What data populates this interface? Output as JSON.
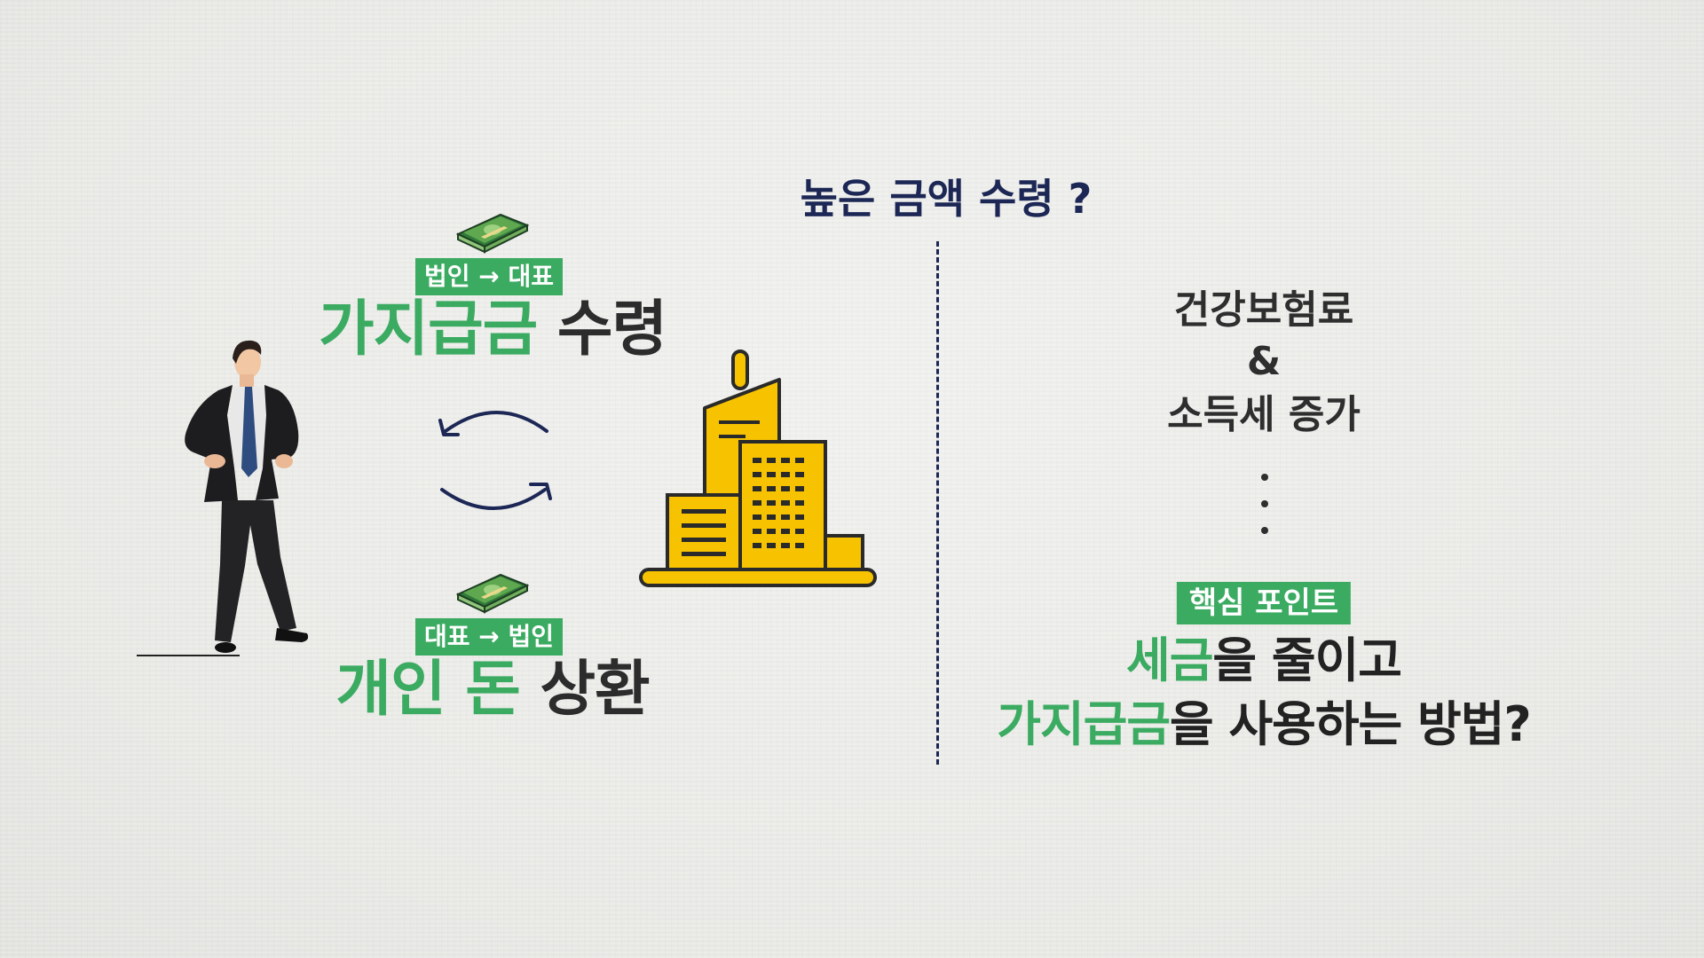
{
  "left": {
    "top_tag": "법인 → 대표",
    "top_title_green": "가지급금",
    "top_title_dark": "수령",
    "bottom_tag": "대표 → 법인",
    "bottom_title_green": "개인 돈",
    "bottom_title_dark": "상환"
  },
  "right": {
    "question": "높은 금액 수령 ?",
    "line1": "건강보험료",
    "line2": "&",
    "line3": "소득세 증가",
    "key_tag": "핵심 포인트",
    "final1_green": "세금",
    "final1_dark": "을 줄이고",
    "final2_green": "가지급금",
    "final2_dark": "을 사용하는 방법?"
  },
  "icons": {
    "money_top": "money-bundle-icon",
    "money_bottom": "money-bundle-icon",
    "exchange": "exchange-arrows-icon",
    "building": "building-icon",
    "person": "businessman-figure"
  },
  "colors": {
    "green": "#3cab62",
    "navy": "#1c2755",
    "building_yellow": "#f7c300",
    "dark_text": "#2c2c2c"
  }
}
